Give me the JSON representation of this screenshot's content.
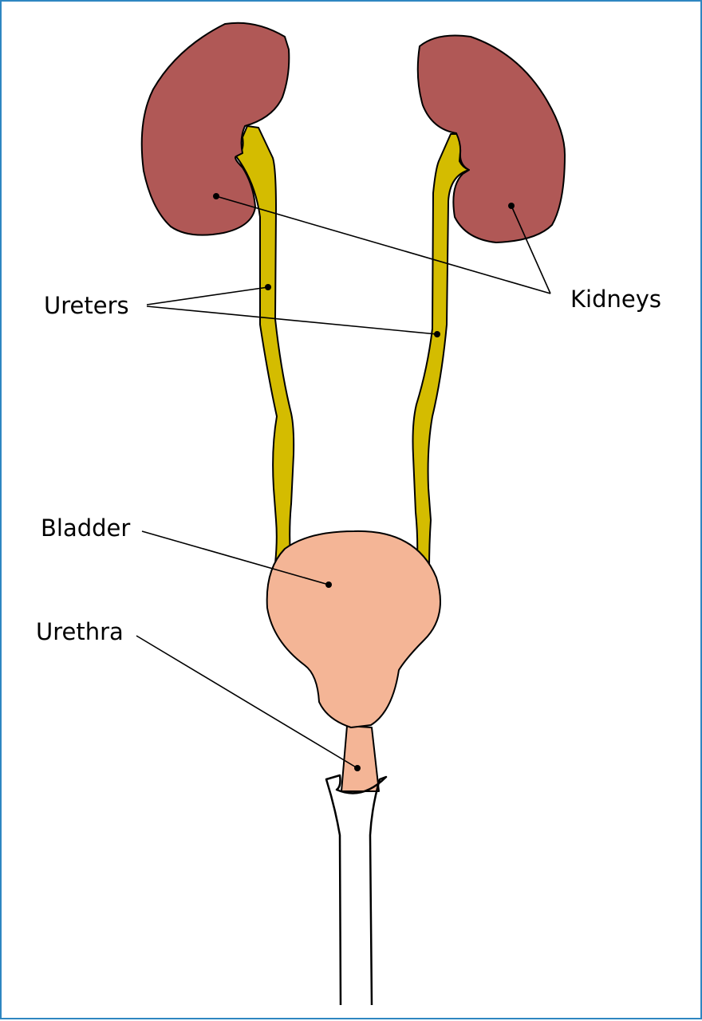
{
  "labels": {
    "ureters": "Ureters",
    "kidneys": "Kidneys",
    "bladder": "Bladder",
    "urethra": "Urethra"
  },
  "colors": {
    "frame": "#2e86c1",
    "kidney": "#b05856",
    "ureter": "#d4bc00",
    "bladder": "#f4b596",
    "outline": "#000000"
  }
}
